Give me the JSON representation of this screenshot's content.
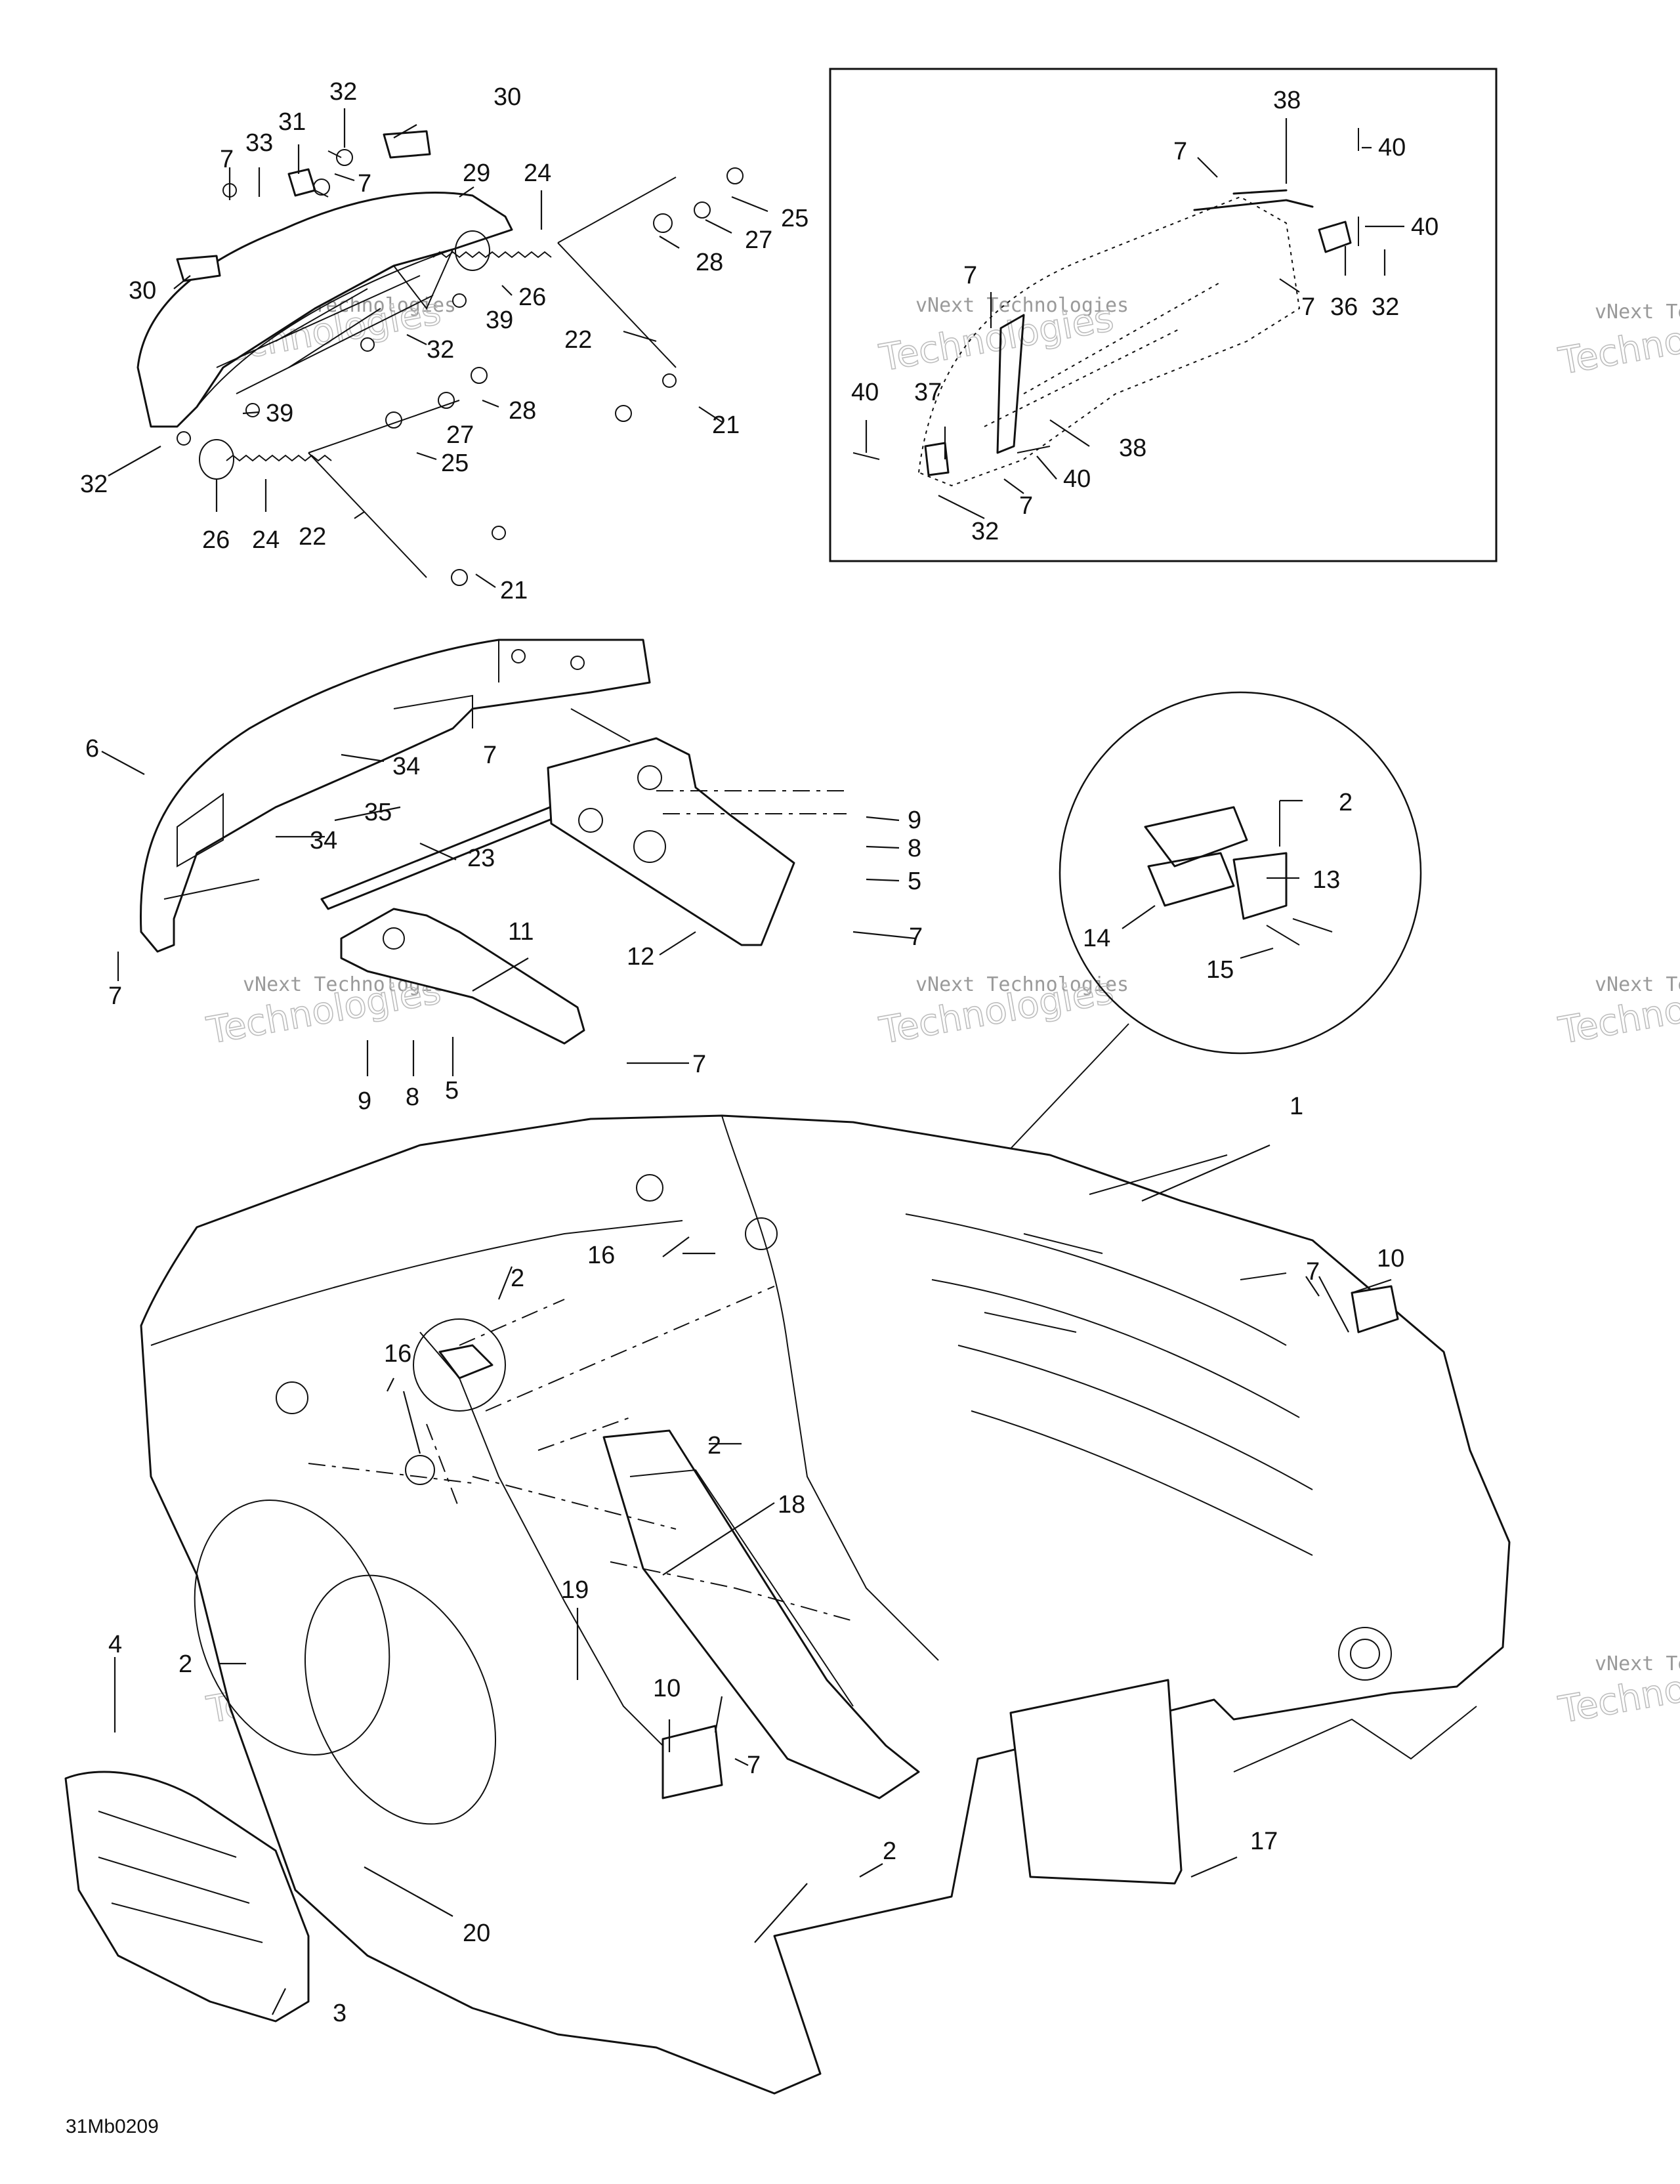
{
  "diagram_code": "31Mb0209",
  "watermark": {
    "line1": "vNext Technologies",
    "line2": "Technologies"
  },
  "callouts": [
    {
      "label": "32"
    },
    {
      "label": "30"
    },
    {
      "label": "7"
    },
    {
      "label": "33"
    },
    {
      "label": "31"
    },
    {
      "label": "7"
    },
    {
      "label": "29"
    },
    {
      "label": "24"
    },
    {
      "label": "25"
    },
    {
      "label": "27"
    },
    {
      "label": "28"
    },
    {
      "label": "30"
    },
    {
      "label": "26"
    },
    {
      "label": "39"
    },
    {
      "label": "32"
    },
    {
      "label": "22"
    },
    {
      "label": "39"
    },
    {
      "label": "28"
    },
    {
      "label": "27"
    },
    {
      "label": "21"
    },
    {
      "label": "32"
    },
    {
      "label": "25"
    },
    {
      "label": "26"
    },
    {
      "label": "24"
    },
    {
      "label": "22"
    },
    {
      "label": "21"
    },
    {
      "label": "38"
    },
    {
      "label": "7"
    },
    {
      "label": "40"
    },
    {
      "label": "40"
    },
    {
      "label": "7"
    },
    {
      "label": "36"
    },
    {
      "label": "32"
    },
    {
      "label": "7"
    },
    {
      "label": "40"
    },
    {
      "label": "37"
    },
    {
      "label": "38"
    },
    {
      "label": "40"
    },
    {
      "label": "7"
    },
    {
      "label": "32"
    },
    {
      "label": "6"
    },
    {
      "label": "7"
    },
    {
      "label": "34"
    },
    {
      "label": "35"
    },
    {
      "label": "34"
    },
    {
      "label": "23"
    },
    {
      "label": "9"
    },
    {
      "label": "8"
    },
    {
      "label": "5"
    },
    {
      "label": "7"
    },
    {
      "label": "12"
    },
    {
      "label": "11"
    },
    {
      "label": "7"
    },
    {
      "label": "7"
    },
    {
      "label": "9"
    },
    {
      "label": "8"
    },
    {
      "label": "5"
    },
    {
      "label": "2"
    },
    {
      "label": "13"
    },
    {
      "label": "14"
    },
    {
      "label": "15"
    },
    {
      "label": "1"
    },
    {
      "label": "16"
    },
    {
      "label": "2"
    },
    {
      "label": "16"
    },
    {
      "label": "7"
    },
    {
      "label": "10"
    },
    {
      "label": "2"
    },
    {
      "label": "18"
    },
    {
      "label": "19"
    },
    {
      "label": "4"
    },
    {
      "label": "2"
    },
    {
      "label": "10"
    },
    {
      "label": "7"
    },
    {
      "label": "2"
    },
    {
      "label": "17"
    },
    {
      "label": "20"
    },
    {
      "label": "3"
    }
  ]
}
